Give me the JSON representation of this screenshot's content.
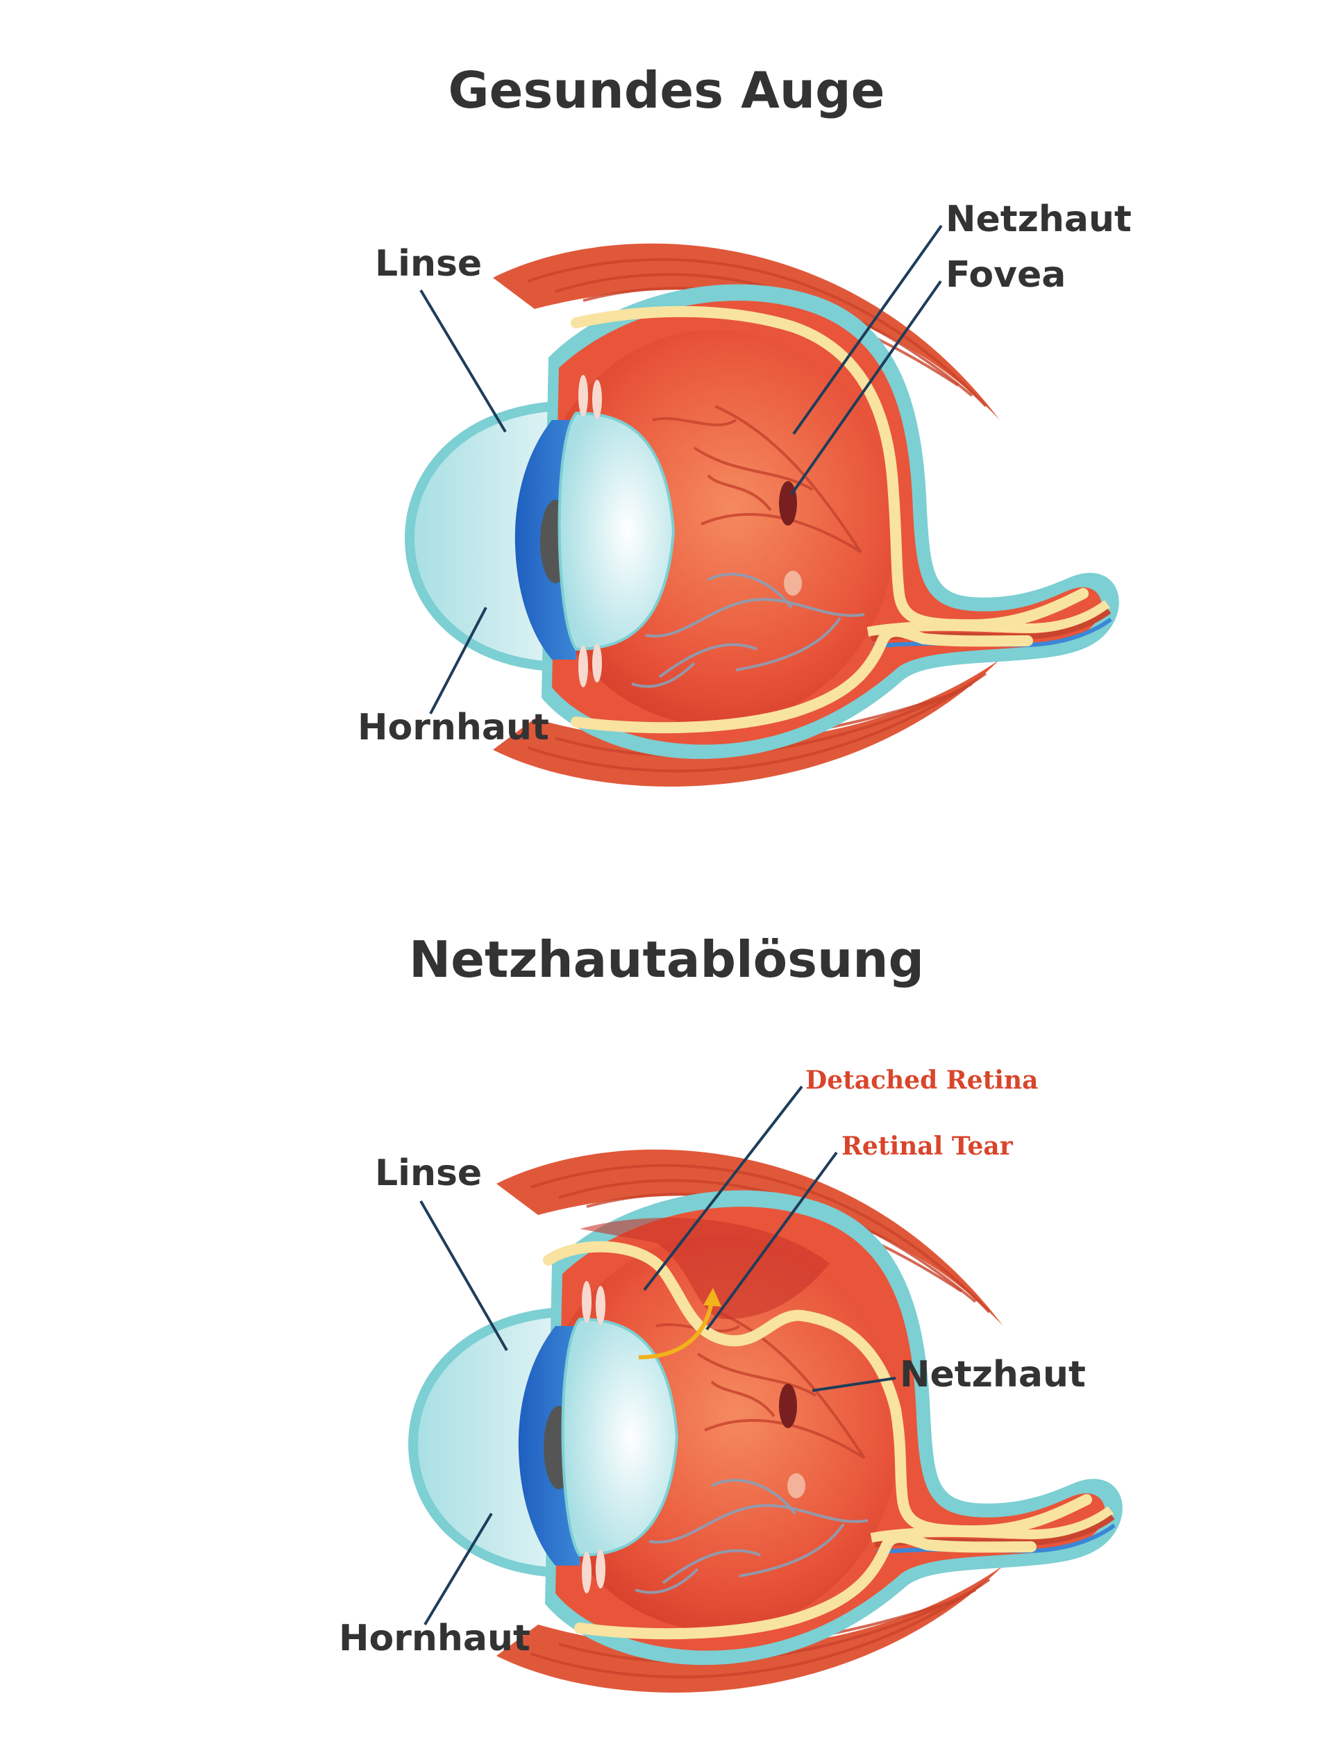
{
  "colors": {
    "text": "#333333",
    "accent_red": "#d9452b",
    "leader_line": "#1f3d5a",
    "muscle": "#e0583a",
    "muscle_stripe": "#c9442a",
    "sclera_outline": "#7ccfd3",
    "interior": "#e64a32",
    "retina": "#f9e3a0",
    "cornea_fill": "#bfe7ea",
    "iris": "#2c6fc4",
    "lens": "#d8f1f3",
    "vessel_red": "#c9452f",
    "vessel_blue": "#8aa0b8",
    "fovea": "#7a1f1f",
    "arrow": "#f2b21a"
  },
  "healthy": {
    "title": "Gesundes Auge",
    "labels": {
      "lens": "Linse",
      "cornea": "Hornhaut",
      "retina": "Netzhaut",
      "fovea": "Fovea"
    }
  },
  "detached": {
    "title": "Netzhautablösung",
    "labels": {
      "lens": "Linse",
      "cornea": "Hornhaut",
      "retina": "Netzhaut",
      "detached_retina": "Detached Retina",
      "retinal_tear": "Retinal Tear"
    }
  }
}
